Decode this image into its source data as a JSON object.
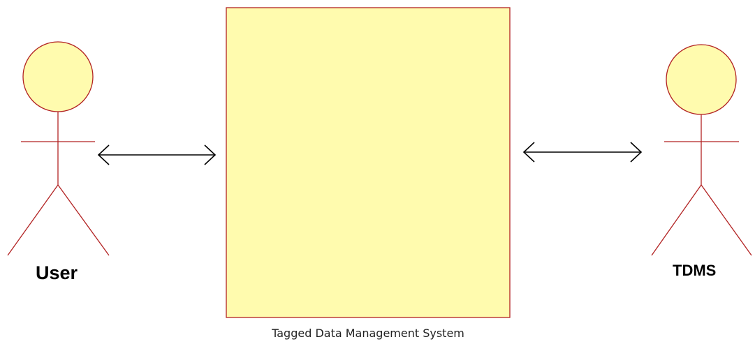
{
  "actors": {
    "left": {
      "label": "User"
    },
    "right": {
      "label": "TDMS"
    }
  },
  "system": {
    "caption": "Tagged Data Management System"
  },
  "colors": {
    "fill": "#FFFBAE",
    "outline": "#B22222",
    "arrow": "#000000"
  }
}
